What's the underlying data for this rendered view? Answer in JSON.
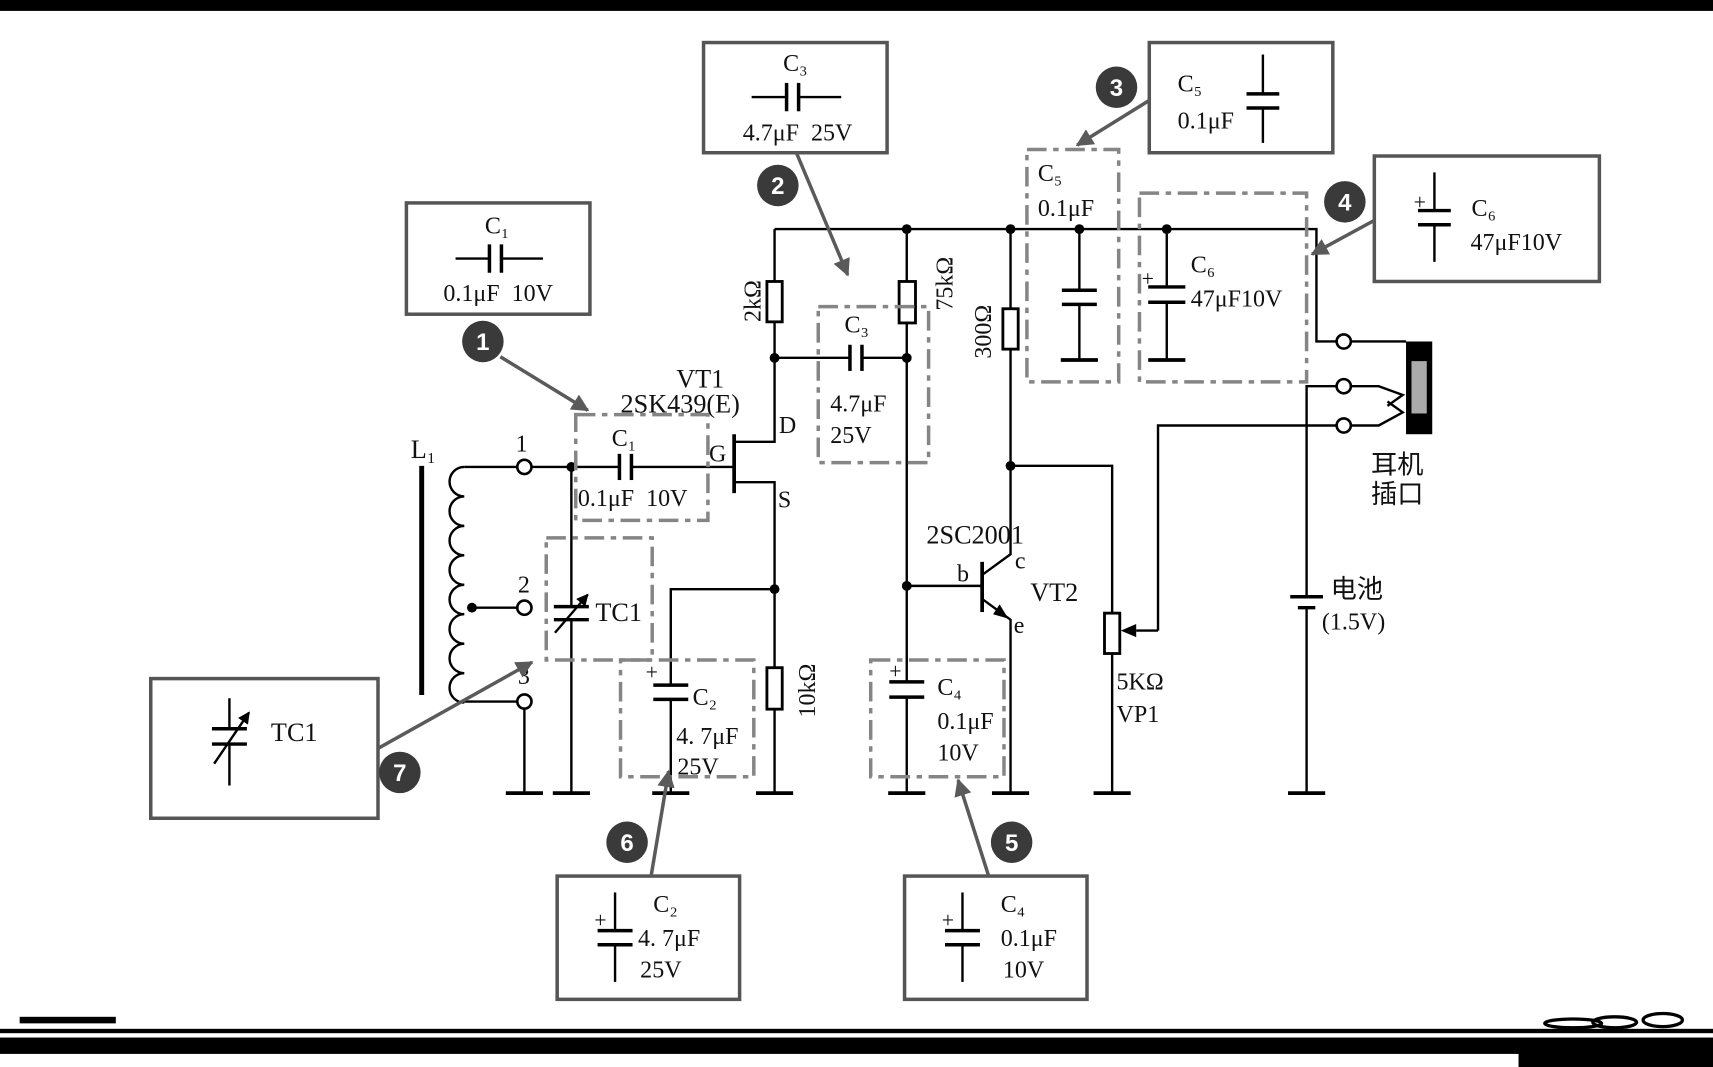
{
  "callouts": {
    "c1": {
      "badge": "1",
      "ref": "C₁",
      "value": "0.1μF  10V"
    },
    "c3": {
      "badge": "2",
      "ref": "C₃",
      "value": "4.7μF  25V"
    },
    "c5": {
      "badge": "3",
      "ref": "C₅",
      "value": "0.1μF"
    },
    "c6": {
      "badge": "4",
      "ref": "C₆",
      "value": "47μF10V",
      "plus": "+"
    },
    "c4": {
      "badge": "5",
      "ref": "C₄",
      "value": "0.1μF",
      "voltage": "10V",
      "plus": "+"
    },
    "c2": {
      "badge": "6",
      "ref": "C₂",
      "value": "4. 7μF",
      "voltage": "25V",
      "plus": "+"
    },
    "tc1": {
      "badge": "7",
      "ref": "TC1"
    }
  },
  "circuit": {
    "l1": {
      "ref": "L₁",
      "tap1": "1",
      "tap2": "2",
      "tap3": "3"
    },
    "c1": {
      "ref": "C₁",
      "value": "0.1μF  10V"
    },
    "vt1": {
      "ref": "VT1",
      "part": "2SK439(E)",
      "gate": "G",
      "drain": "D",
      "source": "S"
    },
    "r_drain": "2kΩ",
    "r_bias": "75kΩ",
    "r_collector": "300Ω",
    "r_source": "10kΩ",
    "c3": {
      "ref": "C₃",
      "value": "4.7μF",
      "voltage": "25V"
    },
    "c5": {
      "ref": "C₅",
      "value": "0.1μF"
    },
    "c6": {
      "ref": "C₆",
      "value": "47μF10V",
      "plus": "+"
    },
    "tc1": {
      "ref": "TC1"
    },
    "c2": {
      "ref": "C₂",
      "value": "4. 7μF",
      "voltage": "25V",
      "plus": "+"
    },
    "vt2": {
      "ref": "VT2",
      "part": "2SC2001",
      "base": "b",
      "collector": "c",
      "emitter": "e"
    },
    "c4": {
      "ref": "C₄",
      "value": "0.1μF",
      "voltage": "10V",
      "plus": "+"
    },
    "vp1": {
      "ref": "VP1",
      "value": "5KΩ"
    },
    "jack": {
      "line1": "耳机",
      "line2": "插口"
    },
    "battery": {
      "label": "电池",
      "voltage": "(1.5V)"
    }
  },
  "colors": {
    "wire": "#000000",
    "callout_border": "#555555",
    "dashed_box": "#858585",
    "badge": "#3a3a3a",
    "jack_insert": "#aaaaaa"
  }
}
